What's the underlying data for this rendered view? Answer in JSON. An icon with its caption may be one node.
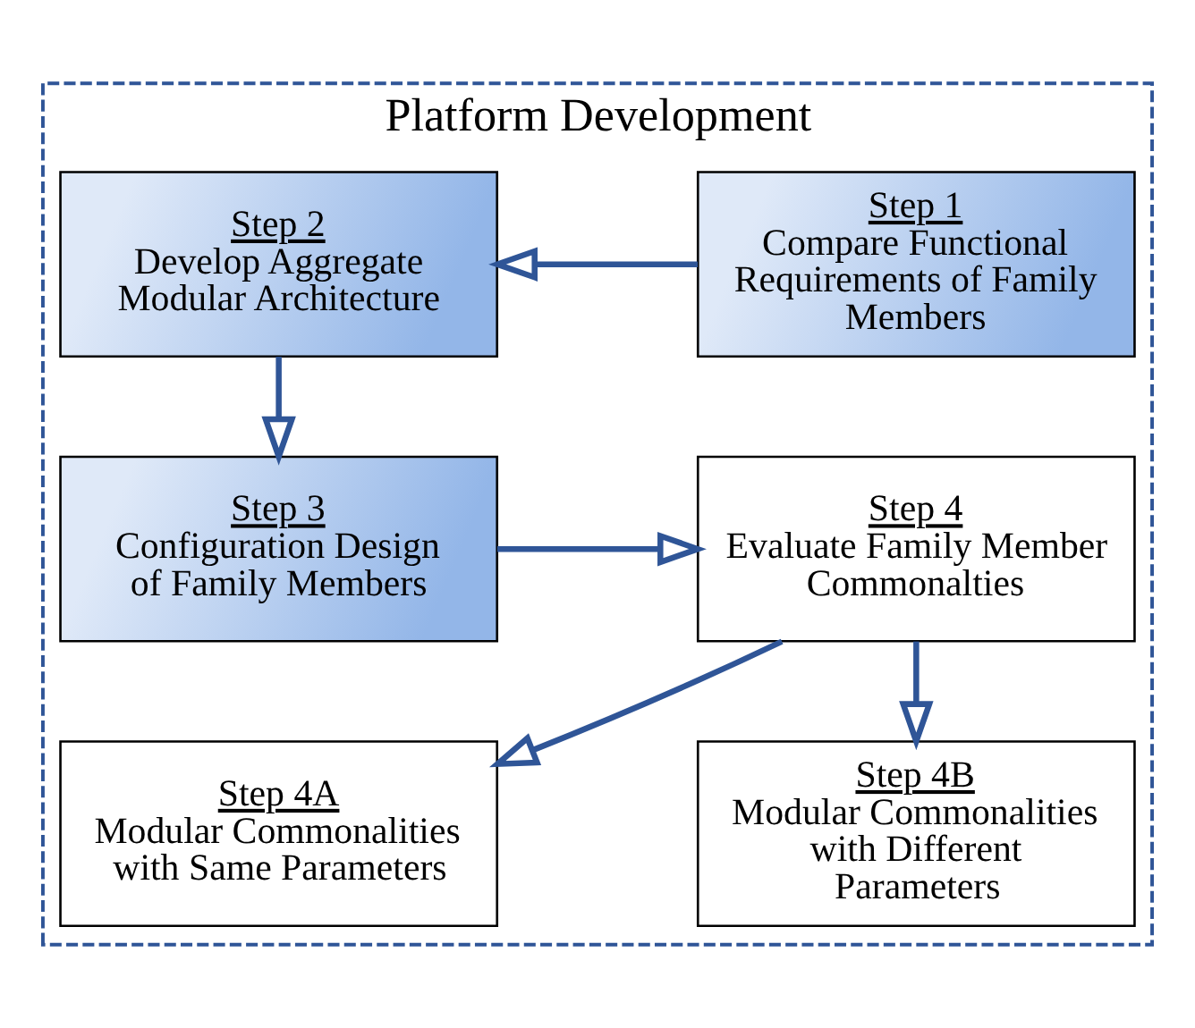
{
  "diagram": {
    "nodes": [
      {
        "text": [
          "Platform Development"
        ]
      },
      {
        "text": [
          "Step 1",
          "Compare Functional Requirements of Family Members"
        ],
        "in": 0
      },
      {
        "text": [
          "Step 2",
          "Develop Aggregate Modular Architecture"
        ],
        "in": 0
      },
      {
        "text": [
          "Step 4",
          "Evaluate Family Member Commonalties"
        ],
        "in": 0
      },
      {
        "text": [
          "Step 3",
          "Configuration Design of Family Members"
        ],
        "in": 0
      },
      {
        "text": [
          "Step 4A",
          "Modular Commonalities with Same Parameters"
        ],
        "in": 0
      },
      {
        "text": [
          "Step 4B",
          "Modular Commonalities with Different Parameters"
        ],
        "in": 0
      }
    ],
    "edges": [
      {
        "from": 1,
        "to": 2,
        "arrow": "to"
      },
      {
        "from": 2,
        "to": 4,
        "arrow": "to"
      },
      {
        "from": 4,
        "to": 3,
        "arrow": "to"
      },
      {
        "from": 3,
        "to": 5,
        "arrow": "to"
      },
      {
        "from": 3,
        "to": 6,
        "arrow": "to"
      }
    ]
  }
}
